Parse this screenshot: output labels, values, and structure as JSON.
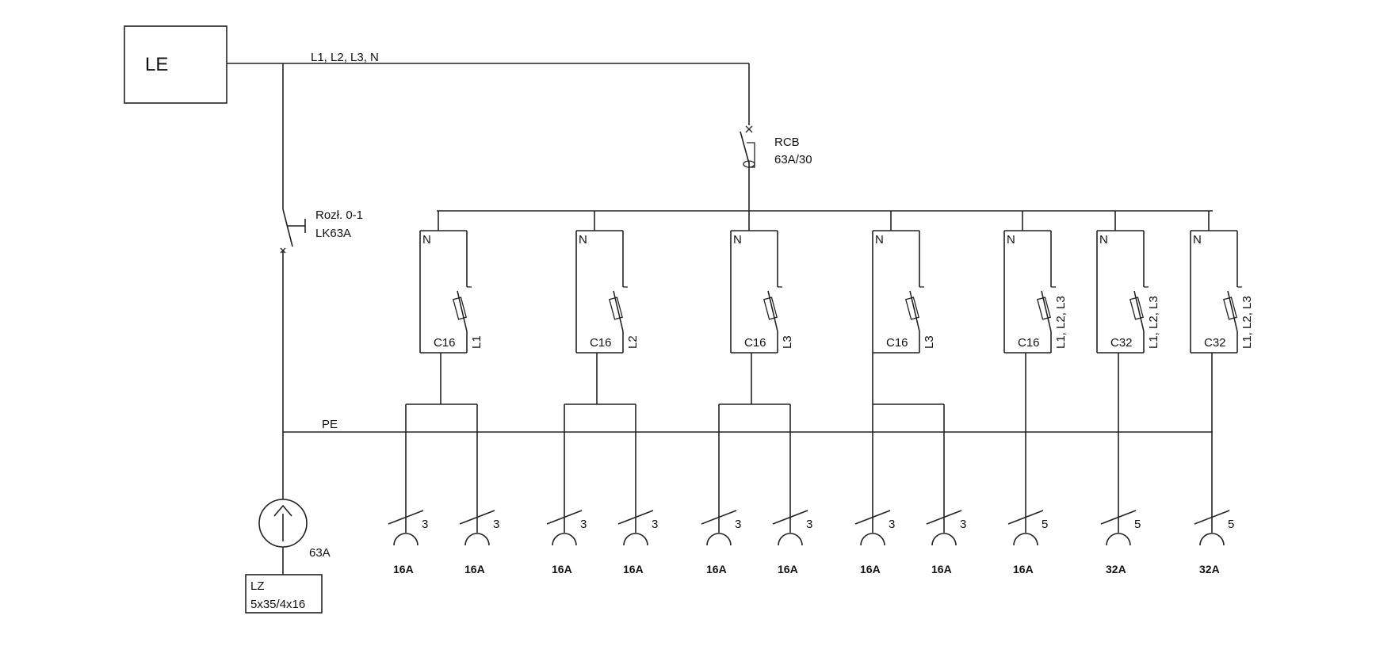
{
  "source": {
    "label": "LE"
  },
  "bus_label": "L1, L2, L3, N",
  "pe_label": "PE",
  "rcb": {
    "name": "RCB",
    "rating": "63A/30"
  },
  "disconnector": {
    "name": "Rozł. 0-1",
    "rating": "LK63A"
  },
  "meter": {
    "rating": "63A"
  },
  "supply": {
    "name": "LZ",
    "cable": "5x35/4x16"
  },
  "breakers": [
    {
      "n_label": "N",
      "rating": "C16",
      "phase": "L1"
    },
    {
      "n_label": "N",
      "rating": "C16",
      "phase": "L2"
    },
    {
      "n_label": "N",
      "rating": "C16",
      "phase": "L3"
    },
    {
      "n_label": "N",
      "rating": "C16",
      "phase": "L3"
    },
    {
      "n_label": "N",
      "rating": "C16",
      "phase": "L1, L2, L3"
    },
    {
      "n_label": "N",
      "rating": "C32",
      "phase": "L1, L2, L3"
    },
    {
      "n_label": "N",
      "rating": "C32",
      "phase": "L1, L2, L3"
    }
  ],
  "sockets": [
    {
      "poles": "3",
      "rating": "16A"
    },
    {
      "poles": "3",
      "rating": "16A"
    },
    {
      "poles": "3",
      "rating": "16A"
    },
    {
      "poles": "3",
      "rating": "16A"
    },
    {
      "poles": "3",
      "rating": "16A"
    },
    {
      "poles": "3",
      "rating": "16A"
    },
    {
      "poles": "3",
      "rating": "16A"
    },
    {
      "poles": "3",
      "rating": "16A"
    },
    {
      "poles": "5",
      "rating": "16A"
    },
    {
      "poles": "5",
      "rating": "32A"
    },
    {
      "poles": "5",
      "rating": "32A"
    }
  ]
}
